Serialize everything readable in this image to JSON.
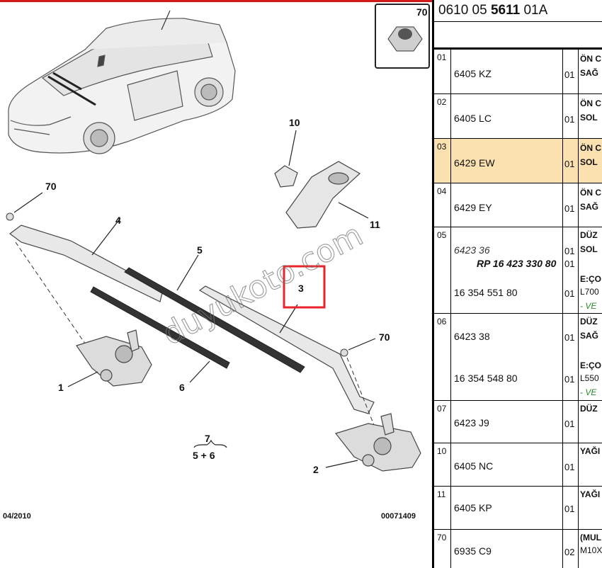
{
  "diagram": {
    "callouts": {
      "n70_top": "70",
      "n70_left": "70",
      "n70_right": "70",
      "n10": "10",
      "n11": "11",
      "n4": "4",
      "n5": "5",
      "n3": "3",
      "n1": "1",
      "n6": "6",
      "n7": "7",
      "n7_sum": "5 + 6",
      "n2": "2"
    },
    "date": "04/2010",
    "code": "00071409",
    "watermark": "duyukoto.com"
  },
  "table": {
    "header_prefix": "0610 05 ",
    "header_bold": "5611",
    "header_suffix": " 01A",
    "rows": [
      {
        "idx": "01",
        "refs": [
          "6405 KZ"
        ],
        "qty": "01",
        "desc": [
          "ÖN C",
          "SAĞ"
        ]
      },
      {
        "idx": "02",
        "refs": [
          "6405 LC"
        ],
        "qty": "01",
        "desc": [
          "ÖN C",
          "SOL"
        ]
      },
      {
        "idx": "03",
        "refs": [
          "6429 EW"
        ],
        "qty": "01",
        "desc": [
          "ÖN C",
          "SOL"
        ],
        "highlight": true
      },
      {
        "idx": "04",
        "refs": [
          "6429 EY"
        ],
        "qty": "01",
        "desc": [
          "ÖN C",
          "SAĞ"
        ]
      },
      {
        "idx": "05",
        "refs_italic": "6423 36",
        "refs_bold_italic": "RP 16 423 330 80",
        "ref_main": "16 354 551 80",
        "qtys": [
          "01",
          "01",
          "01"
        ],
        "desc": [
          "DÜZ",
          "SOL",
          "E:ÇO",
          "L700",
          "- VE"
        ]
      },
      {
        "idx": "06",
        "refs": [
          "6423 38",
          "16 354 548 80"
        ],
        "qtys": [
          "01",
          "01"
        ],
        "desc": [
          "DÜZ",
          "SAĞ",
          "E:ÇO",
          "L550",
          "- VE"
        ]
      },
      {
        "idx": "07",
        "refs": [
          "6423 J9"
        ],
        "qty": "01",
        "desc": [
          "DÜZ"
        ]
      },
      {
        "idx": "10",
        "refs": [
          "6405 NC"
        ],
        "qty": "01",
        "desc": [
          "YAĞI"
        ]
      },
      {
        "idx": "11",
        "refs": [
          "6405 KP"
        ],
        "qty": "01",
        "desc": [
          "YAĞI"
        ]
      },
      {
        "idx": "70",
        "refs": [
          "6935 C9"
        ],
        "qty": "02",
        "desc": [
          "(MUL",
          "M10X"
        ]
      }
    ]
  },
  "colors": {
    "highlight": "#fbe0b0",
    "accent_red": "#d21a1a",
    "callout_red": "#e8242a",
    "ve_green": "#2a8a2a"
  }
}
